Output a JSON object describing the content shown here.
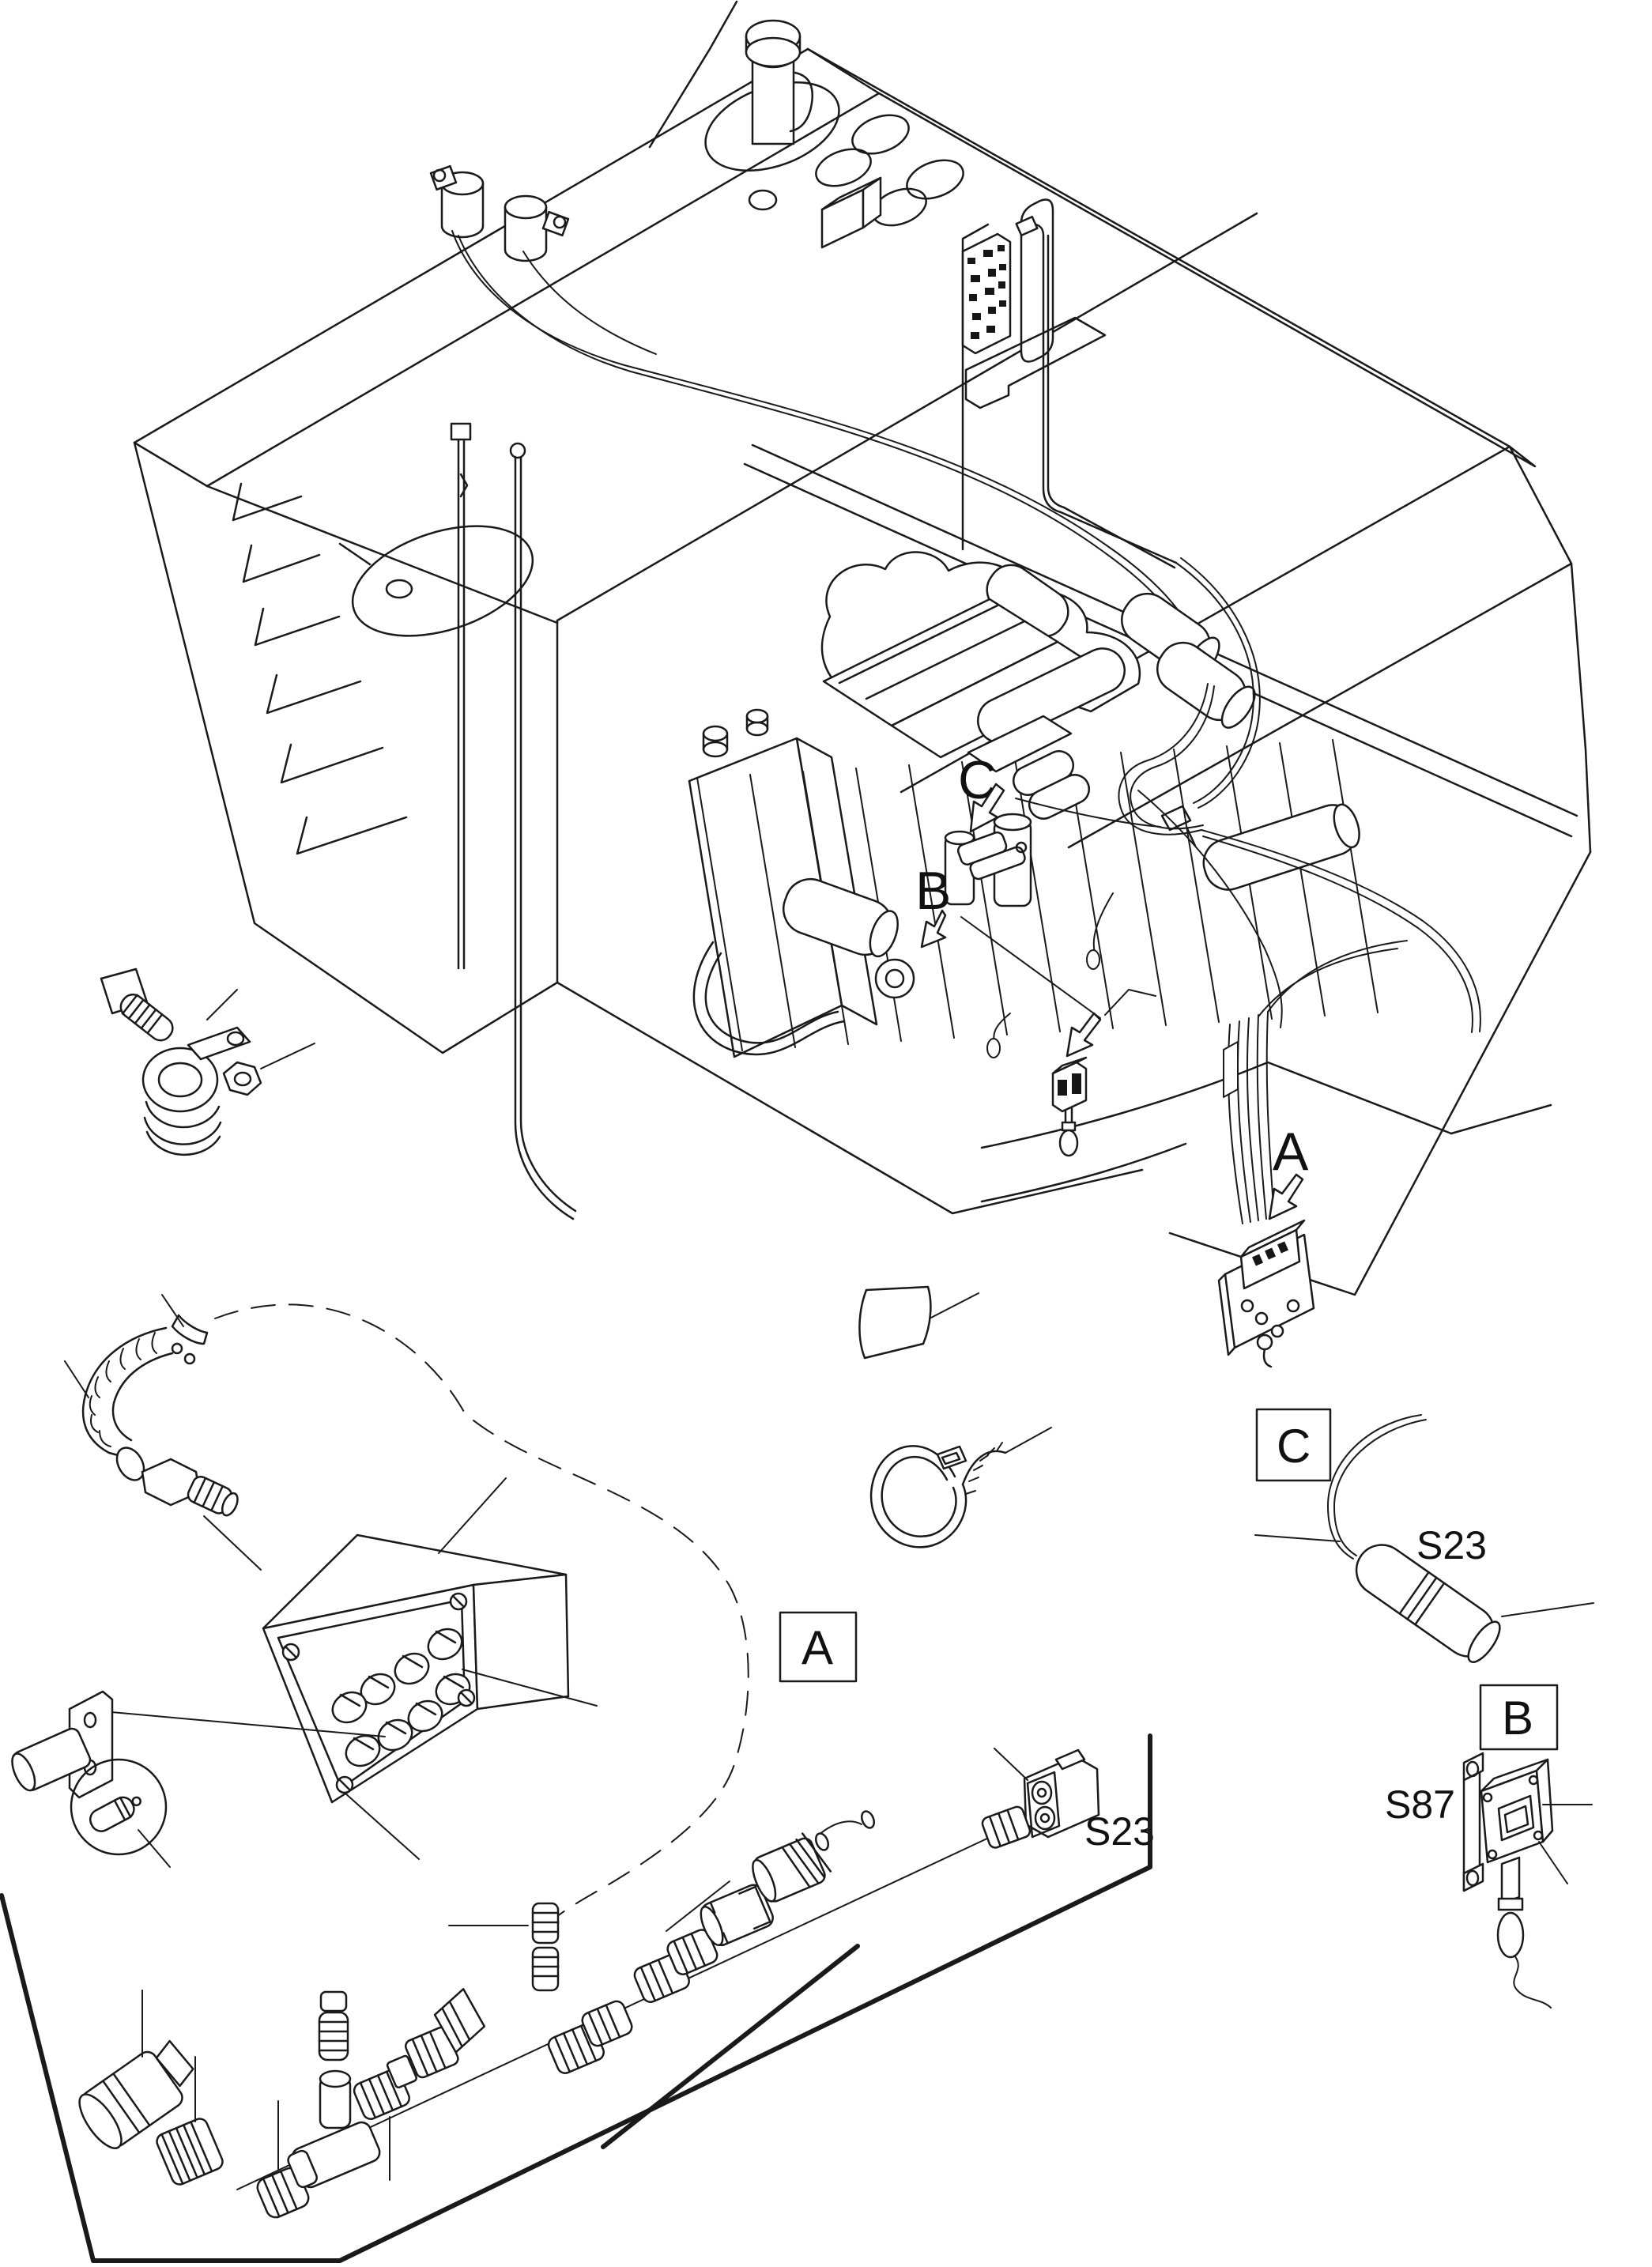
{
  "diagram": {
    "callouts": {
      "a": "A",
      "b": "B",
      "c": "C"
    },
    "details": {
      "a": {
        "box_label": "A",
        "connector_code": "S23"
      },
      "b": {
        "box_label": "B",
        "part_code": "S87"
      },
      "c": {
        "box_label": "C",
        "part_code": "S23"
      }
    }
  }
}
